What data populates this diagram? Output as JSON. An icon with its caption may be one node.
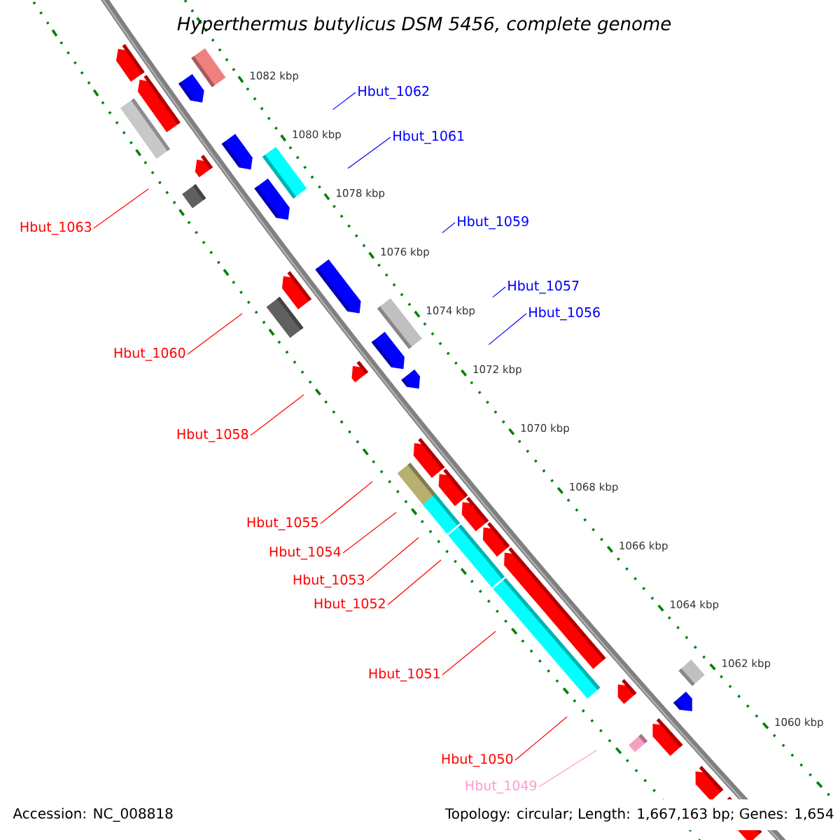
{
  "diagram": {
    "title": "Hyperthermus butylicus DSM 5456, complete genome",
    "nodes": [
      {
        "text": [
          "Hbut_1062"
        ]
      },
      {
        "text": [
          "Hbut_1061"
        ]
      },
      {
        "text": [
          "Hbut_1059"
        ]
      },
      {
        "text": [
          "Hbut_1063"
        ]
      },
      {
        "text": [
          "Hbut_1057"
        ]
      },
      {
        "text": [
          "Hbut_1056"
        ]
      },
      {
        "text": [
          "Hbut_1060"
        ]
      },
      {
        "text": [
          "Hbut_1058"
        ]
      },
      {
        "text": [
          "Hbut_1055"
        ]
      },
      {
        "text": [
          "Hbut_1054"
        ]
      },
      {
        "text": [
          "Hbut_1053"
        ]
      },
      {
        "text": [
          "Hbut_1052"
        ]
      },
      {
        "text": [
          "Hbut_1051"
        ]
      },
      {
        "text": [
          "Hbut_1050"
        ]
      },
      {
        "text": [
          "Hbut_1049"
        ]
      }
    ],
    "edges": [
      {
        "from": 0,
        "to": null,
        "arrow": "none",
        "color": "#0000ff"
      },
      {
        "from": 1,
        "to": null,
        "arrow": "none",
        "color": "#0000ff"
      },
      {
        "from": 2,
        "to": null,
        "arrow": "none",
        "color": "#0000ff"
      },
      {
        "from": 3,
        "to": null,
        "arrow": "none"
      },
      {
        "from": 4,
        "to": null,
        "arrow": "none",
        "color": "#0000ff"
      },
      {
        "from": 5,
        "to": null,
        "arrow": "none",
        "color": "#0000ff"
      },
      {
        "from": 6,
        "to": null,
        "arrow": "none"
      },
      {
        "from": 7,
        "to": null,
        "arrow": "none"
      },
      {
        "from": 8,
        "to": null,
        "arrow": "none"
      },
      {
        "from": 9,
        "to": null,
        "arrow": "none"
      },
      {
        "from": 10,
        "to": null,
        "arrow": "none"
      },
      {
        "from": 11,
        "to": null,
        "arrow": "none"
      },
      {
        "from": 12,
        "to": null,
        "arrow": "none"
      },
      {
        "from": 13,
        "to": null,
        "arrow": "none"
      },
      {
        "from": 14,
        "to": null,
        "arrow": "none",
        "color": "#ff99cc"
      }
    ],
    "labels": [
      "1082 kbp",
      "1080 kbp",
      "1078 kbp",
      "1076 kbp",
      "1074 kbp",
      "1072 kbp",
      "1070 kbp",
      "1068 kbp",
      "1066 kbp",
      "1064 kbp",
      "1062 kbp",
      "1060 kbp",
      "Accession: NC_008818",
      "Topology: circular; Length: 1,667,163 bp; Genes: 1,654"
    ]
  }
}
